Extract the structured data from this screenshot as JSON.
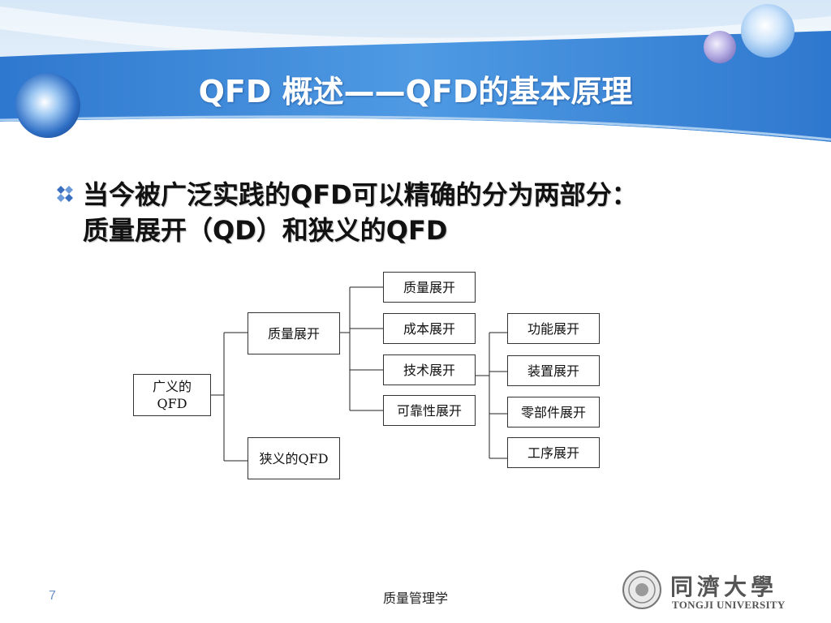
{
  "slide": {
    "title": "QFD 概述——QFD的基本原理",
    "bullet": {
      "line1": "当今被广泛实践的QFD可以精确的分为两部分：",
      "line2": "质量展开（QD）和狭义的QFD"
    }
  },
  "diagram": {
    "root": "广义的QFD",
    "level1": [
      "质量展开",
      "狭义的QFD"
    ],
    "level2": [
      "质量展开",
      "成本展开",
      "技术展开",
      "可靠性展开"
    ],
    "level3": [
      "功能展开",
      "装置展开",
      "零部件展开",
      "工序展开"
    ]
  },
  "footer": {
    "page_number": "7",
    "course": "质量管理学"
  },
  "logo": {
    "name_cn": "同濟大學",
    "name_en": "TONGJI UNIVERSITY"
  },
  "colors": {
    "banner_blue": "#3f86d6",
    "title_text": "#ffffff",
    "bullet_icon": "#3a6fc0"
  }
}
